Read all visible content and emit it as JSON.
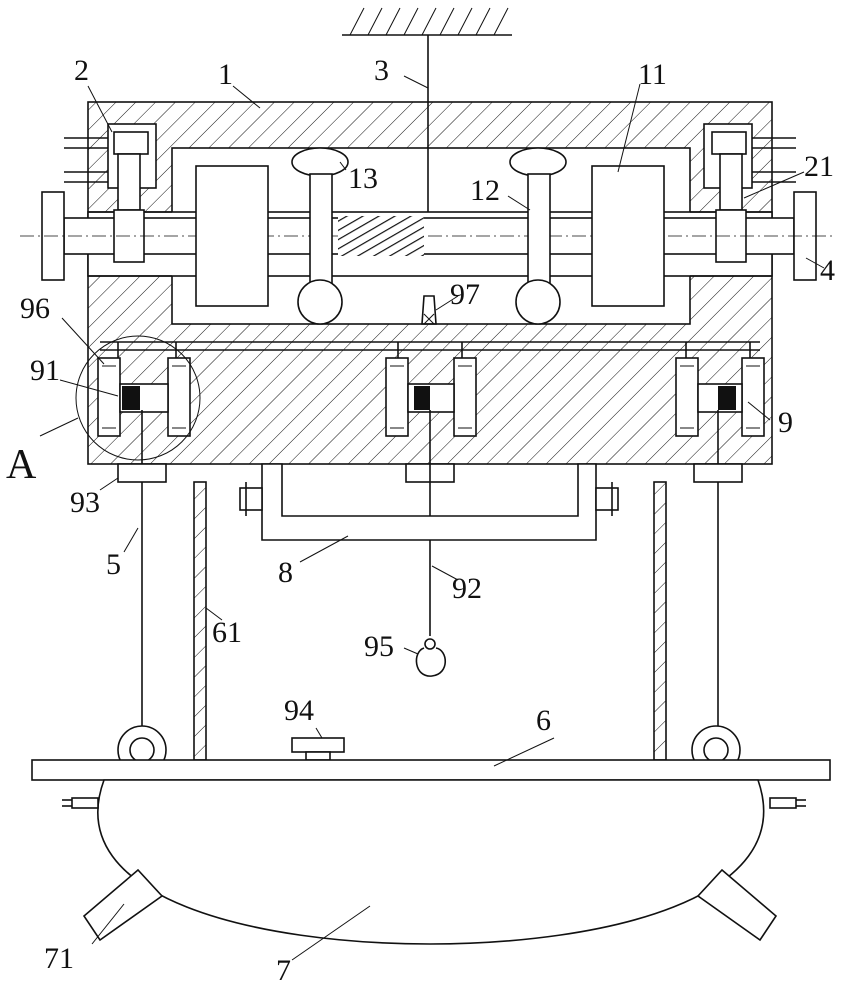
{
  "labels": {
    "l1": "1",
    "l2": "2",
    "l3": "3",
    "l4": "4",
    "l5": "5",
    "l6": "6",
    "l7": "7",
    "l8": "8",
    "l9": "9",
    "l11": "11",
    "l12": "12",
    "l13": "13",
    "l21": "21",
    "l61": "61",
    "l71": "71",
    "l91": "91",
    "l92": "92",
    "l93": "93",
    "l94": "94",
    "l95": "95",
    "l96": "96",
    "l97": "97",
    "lA": "A"
  }
}
